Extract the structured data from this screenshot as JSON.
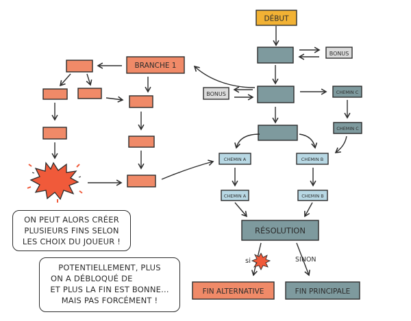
{
  "nodes": {
    "debut": "DÉBUT",
    "branche1": "BRANCHE 1",
    "bonus_top": "BONUS",
    "bonus_mid": "BONUS",
    "chemin_c1": "CHEMIN C",
    "chemin_c2": "CHEMIN C",
    "chemin_a1": "CHEMIN A",
    "chemin_a2": "CHEMIN A",
    "chemin_b1": "CHEMIN B",
    "chemin_b2": "CHEMIN B",
    "resolution": "RÉSOLUTION",
    "fin_alt": "FIN ALTERNATIVE",
    "fin_principale": "FIN PRINCIPALE"
  },
  "edge_labels": {
    "si": "si",
    "sinon": "SINON"
  },
  "notes": {
    "note1": [
      "ON PEUT ALORS CRÉER",
      "PLUSIEURS FINS SELON",
      "LES CHOIX DU JOUEUR !"
    ],
    "note2_l1": "POTENTIELLEMENT, PLUS",
    "note2_l2a": "ON A DÉBLOQUÉ DE",
    "note2_l3": "ET PLUS LA FIN EST BONNE...",
    "note2_l4": "MAIS PAS FORCÉMENT !"
  },
  "colors": {
    "yellow": "#f2b234",
    "salmon": "#f08a68",
    "teal_dark": "#7e9a9e",
    "teal_light": "#b8d8e4",
    "gray_light": "#dcdcdc",
    "burst": "#f05a3a",
    "burst_yellow": "#f6c84a"
  }
}
